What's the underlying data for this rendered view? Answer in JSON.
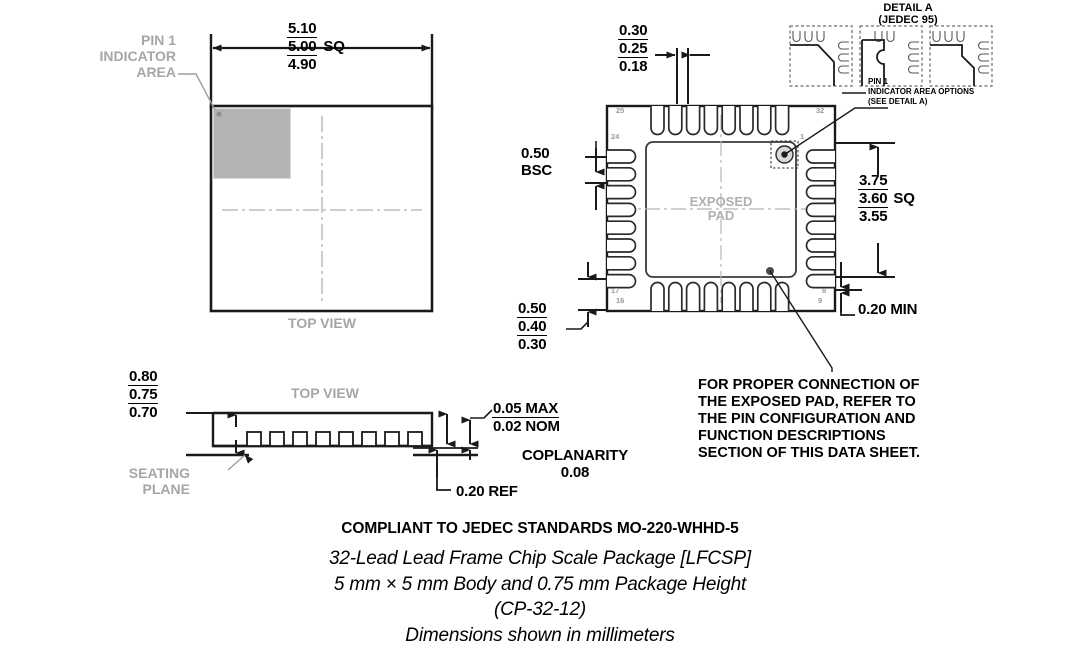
{
  "drawing": {
    "title_detail": "DETAIL A",
    "title_detail_sub": "(JEDEC 95)"
  },
  "top_view": {
    "label": "TOP VIEW",
    "pin1_indicator_label_line1": "PIN 1",
    "pin1_indicator_label_line2": "INDICATOR",
    "pin1_indicator_label_line3": "AREA",
    "width_dim": {
      "max": "5.10",
      "nom": "5.00",
      "min": "4.90",
      "suffix": "SQ"
    }
  },
  "bottom_view": {
    "exposed_pad_line1": "EXPOSED",
    "exposed_pad_line2": "PAD",
    "lead_width_dim": {
      "max": "0.30",
      "nom": "0.25",
      "min": "0.18"
    },
    "pitch_dim": {
      "value": "0.50",
      "suffix": "BSC"
    },
    "lead_length_dim": {
      "max": "0.50",
      "nom": "0.40",
      "min": "0.30"
    },
    "pad_size_dim": {
      "max": "3.75",
      "nom": "3.60",
      "min": "3.55",
      "suffix": "SQ"
    },
    "lead_to_pad_dim": "0.20 MIN",
    "pin_numbers": {
      "top_left": "25",
      "top_right": "32",
      "left_top": "24",
      "left_bottom": "17",
      "bottom_left": "16",
      "bottom_right": "9",
      "right_top": "1",
      "right_bottom": "8"
    },
    "pin1_callout_line1": "PIN 1",
    "pin1_callout_line2": "INDICATOR AREA OPTIONS",
    "pin1_callout_line3": "(SEE DETAIL A)"
  },
  "side_view": {
    "label": "TOP VIEW",
    "height_dim": {
      "max": "0.80",
      "nom": "0.75",
      "min": "0.70"
    },
    "standoff_dim": {
      "max": "0.05 MAX",
      "nom": "0.02 NOM"
    },
    "coplanarity_label": "COPLANARITY",
    "coplanarity_value": "0.08",
    "lead_thickness_dim": "0.20 REF",
    "seating_plane_line1": "SEATING",
    "seating_plane_line2": "PLANE"
  },
  "notes": {
    "exposed_pad_note": [
      "FOR PROPER CONNECTION OF",
      "THE EXPOSED PAD, REFER TO",
      "THE PIN CONFIGURATION AND",
      "FUNCTION DESCRIPTIONS",
      "SECTION OF THIS DATA SHEET."
    ]
  },
  "caption": {
    "compliance": "COMPLIANT TO JEDEC STANDARDS MO-220-WHHD-5",
    "line1": "32-Lead Lead Frame Chip Scale Package [LFCSP]",
    "line2": "5 mm × 5 mm Body and 0.75 mm Package Height",
    "line3": "(CP-32-12)",
    "line4": "Dimensions shown in millimeters"
  },
  "colors": {
    "line": "#1a1a1a",
    "gray_text": "#a6a6a6",
    "pin1_fill": "#b3b3b3",
    "centerline": "#b0b0b0"
  }
}
